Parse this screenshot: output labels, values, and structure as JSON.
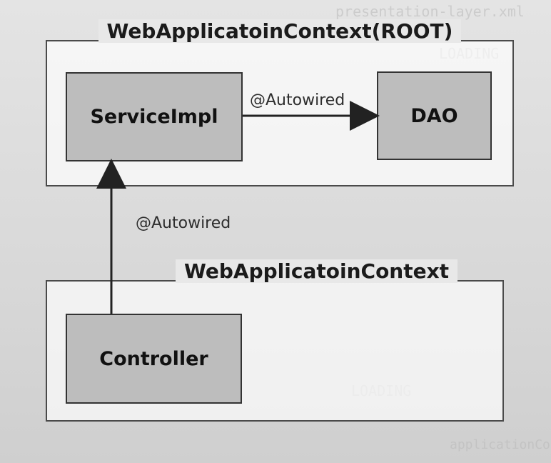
{
  "diagram": {
    "root_context": {
      "title": "WebApplicatoinContext(ROOT)"
    },
    "child_context": {
      "title": "WebApplicatoinContext"
    },
    "components": {
      "service": "ServiceImpl",
      "dao": "DAO",
      "controller": "Controller"
    },
    "edges": {
      "service_to_dao": "@Autowired",
      "controller_to_service": "@Autowired"
    }
  },
  "background": {
    "ghost_top": "presentation-layer.xml",
    "ghost_loading_top": "LOADING",
    "ghost_loading_bottom": "LOADING",
    "ghost_bottom": "applicationContext.xml"
  }
}
